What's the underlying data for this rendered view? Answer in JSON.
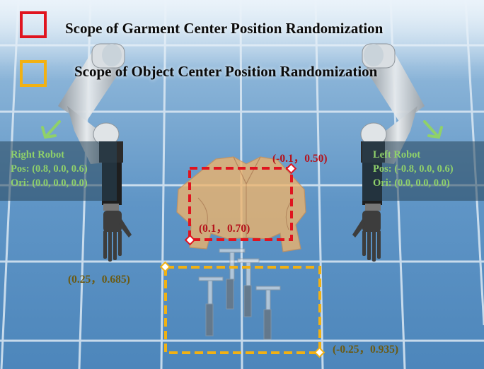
{
  "legend": {
    "garment": {
      "label": "Scope of Garment Center Position Randomization",
      "color": "#e0141f"
    },
    "object": {
      "label": "Scope of Object Center Position Randomization",
      "color": "#f2b112"
    }
  },
  "right_robot": {
    "title": "Right Robot",
    "pos": "Pos: (0.8, 0.0, 0.6)",
    "ori": "Ori: (0.0, 0.0, 0.0)"
  },
  "left_robot": {
    "title": "Left Robot",
    "pos": "Pos: (-0.8, 0.0, 0.6)",
    "ori": "Ori: (0.0, 0.0, 0.0)"
  },
  "garment_box": {
    "corner_top_right": "(-0.1，0.50)",
    "corner_bottom_left": "(0.1，0.70)",
    "color": "#e0141f"
  },
  "object_box": {
    "corner_top_left": "(0.25，0.685)",
    "corner_bottom_right": "(-0.25，0.935)",
    "color": "#f2b112",
    "label_color": "#6b5a12"
  },
  "colors": {
    "panel_text": "#8fd16a",
    "arrow": "#8fd16a",
    "garment": "#f0b46a"
  }
}
